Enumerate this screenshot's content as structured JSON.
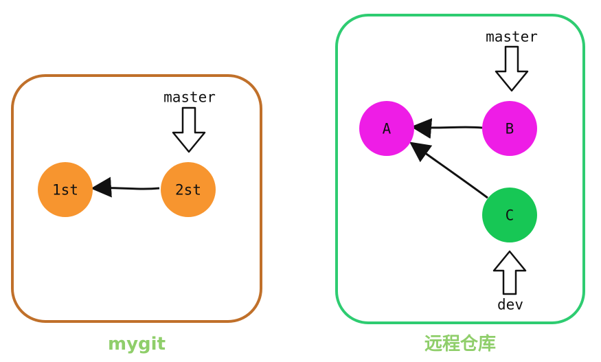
{
  "colors": {
    "local_frame": "#c0702a",
    "remote_frame": "#2ecc71",
    "local_node": "#f7952f",
    "remote_node_ab": "#ee1de6",
    "remote_node_c": "#17c755",
    "caption": "#8fce6a",
    "stroke": "#111111"
  },
  "local": {
    "caption": "mygit",
    "pointer_label": "master",
    "nodes": [
      {
        "label": "1st"
      },
      {
        "label": "2st"
      }
    ]
  },
  "remote": {
    "caption": "远程仓库",
    "master_label": "master",
    "dev_label": "dev",
    "nodes": [
      {
        "label": "A"
      },
      {
        "label": "B"
      },
      {
        "label": "C"
      }
    ]
  }
}
